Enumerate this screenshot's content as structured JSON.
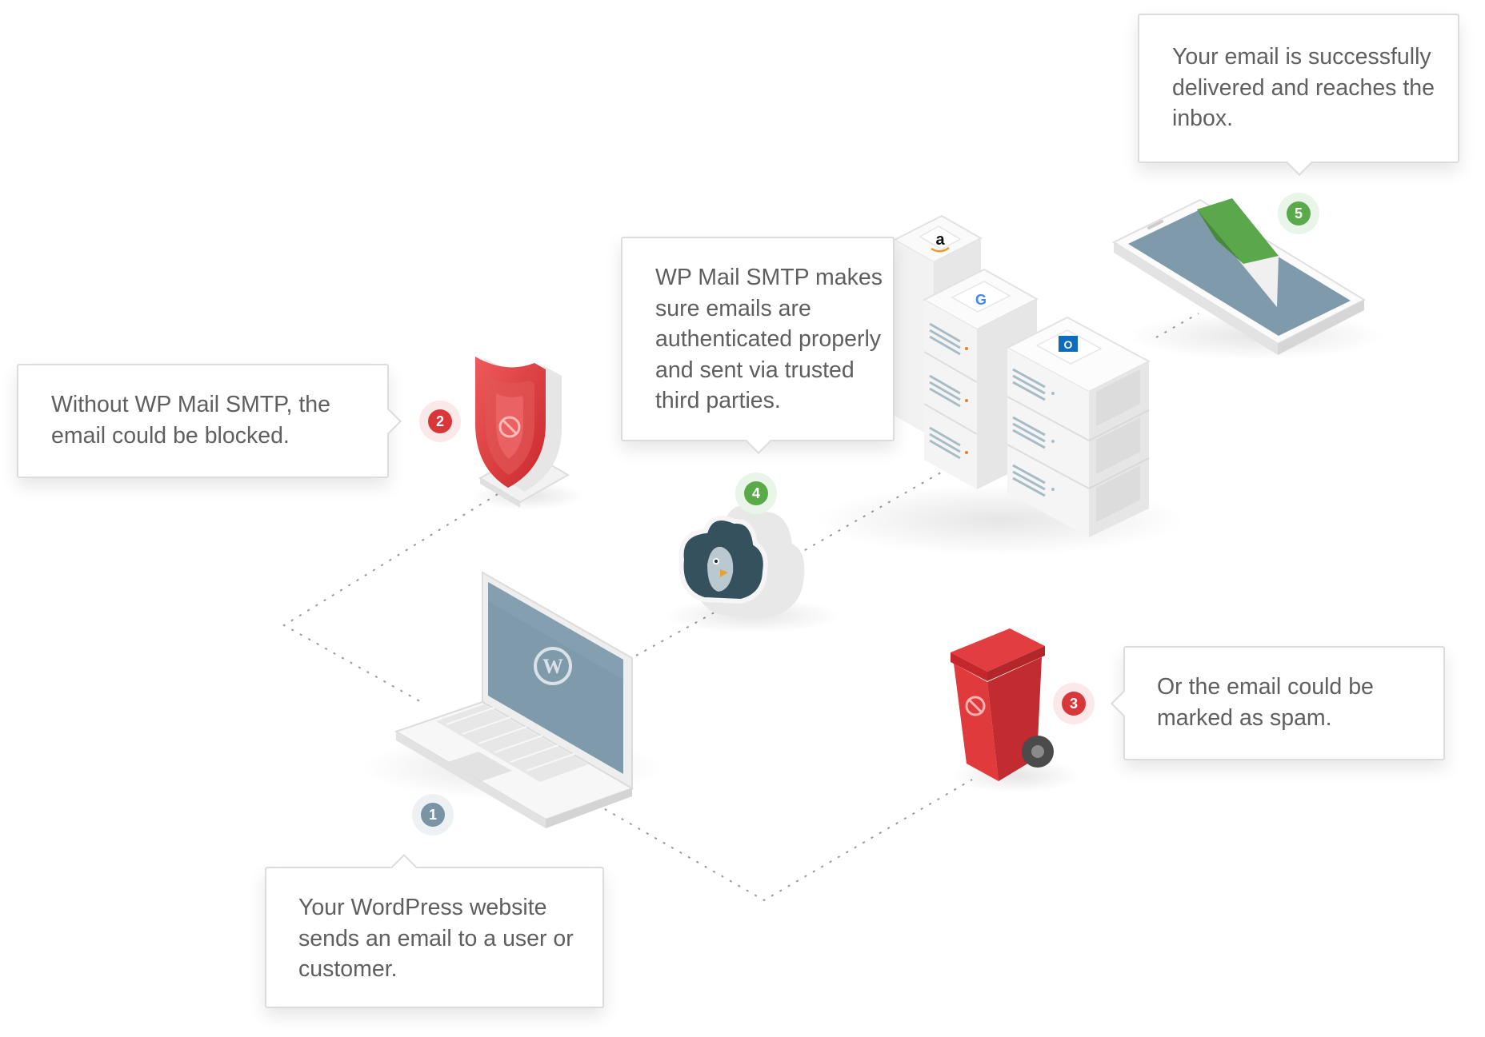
{
  "steps": [
    {
      "number": "1",
      "text": "Your WordPress website sends an email to a user or customer."
    },
    {
      "number": "2",
      "text": "Without WP Mail SMTP, the email could be blocked."
    },
    {
      "number": "3",
      "text": "Or the email could be marked as spam."
    },
    {
      "number": "4",
      "text": "WP Mail SMTP makes sure emails are authenticated properly and sent via trusted third parties."
    },
    {
      "number": "5",
      "text": "Your email is successfully delivered and reaches the inbox."
    }
  ],
  "icons": {
    "laptop": "wordpress-laptop-icon",
    "shield": "blocked-shield-icon",
    "trash": "spam-trash-bin-icon",
    "cloud": "wp-mail-smtp-cloud-icon",
    "servers": [
      "amazon-server-icon",
      "google-server-icon",
      "outlook-server-icon"
    ],
    "phone": "inbox-phone-icon"
  },
  "colors": {
    "neutral_badge": "#7a93a5",
    "blocked_badge": "#d9363a",
    "success_badge": "#5aaa4c",
    "screen": "#7a96a8",
    "red": "#db3a3d",
    "green": "#58a646"
  }
}
